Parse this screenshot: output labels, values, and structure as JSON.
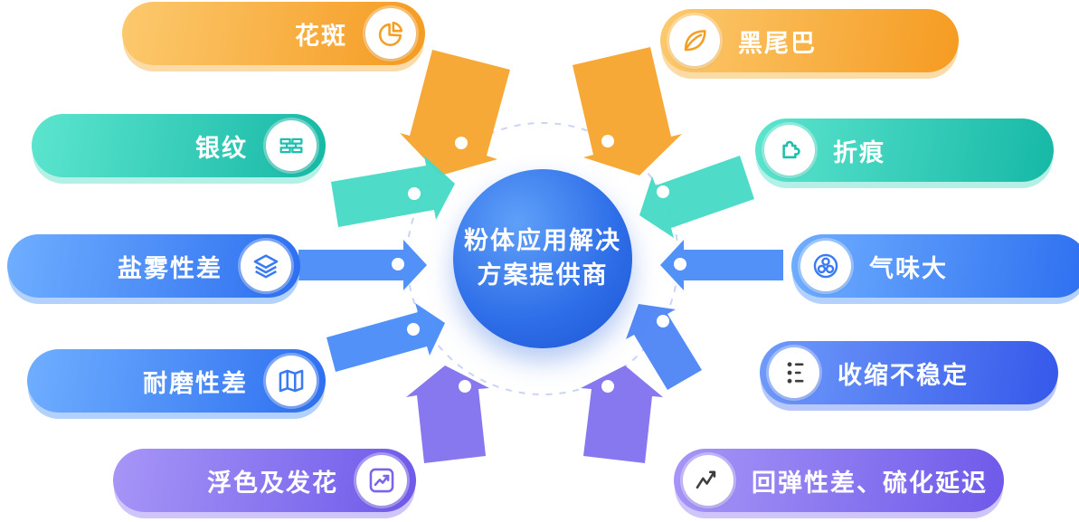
{
  "center": {
    "line1": "粉体应用解决",
    "line2": "方案提供商"
  },
  "pills": [
    {
      "label": "花斑",
      "icon": "pie-chart-icon",
      "side": "left",
      "color": "#F59E24"
    },
    {
      "label": "黑尾巴",
      "icon": "leaf-icon",
      "side": "right",
      "color": "#F59E24"
    },
    {
      "label": "银纹",
      "icon": "bricks-icon",
      "side": "left",
      "color": "#1FBFAE"
    },
    {
      "label": "折痕",
      "icon": "puzzle-icon",
      "side": "right",
      "color": "#1FBFAE"
    },
    {
      "label": "盐雾性差",
      "icon": "layers-icon",
      "side": "left",
      "color": "#3B7BF2"
    },
    {
      "label": "气味大",
      "icon": "molecules-icon",
      "side": "right",
      "color": "#3B7BF2"
    },
    {
      "label": "耐磨性差",
      "icon": "map-icon",
      "side": "left",
      "color": "#3B7BF2"
    },
    {
      "label": "收缩不稳定",
      "icon": "options-dots-icon",
      "side": "right",
      "color": "#3558EA"
    },
    {
      "label": "浮色及发花",
      "icon": "trend-chart-icon",
      "side": "left",
      "color": "#7A64EC"
    },
    {
      "label": "回弹性差、硫化延迟",
      "icon": "line-chart-icon",
      "side": "right",
      "color": "#7A64EC"
    }
  ],
  "palette": {
    "orange": "#F59E24",
    "teal": "#18BCAA",
    "blue": "#2F71F0",
    "purple": "#7560EB",
    "center_blue": "#2E6EE8",
    "background": "#FFFFFF"
  }
}
